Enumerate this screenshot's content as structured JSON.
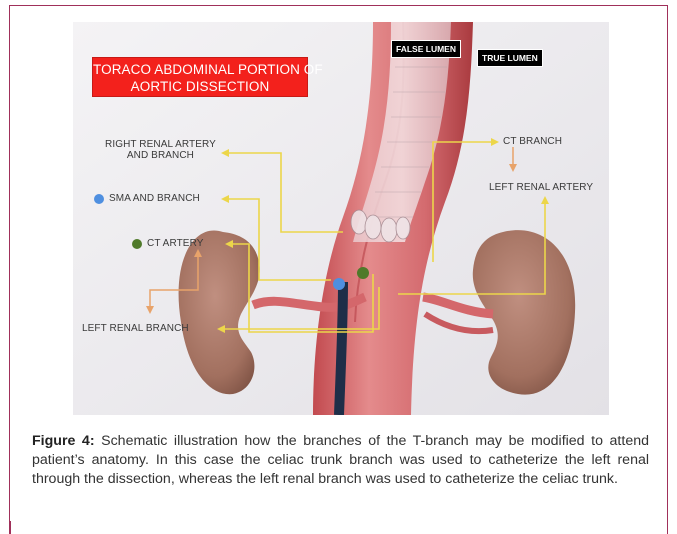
{
  "figure": {
    "title_line1": "TORACO ABDOMINAL PORTION OF",
    "title_line2": "AORTIC DISSECTION",
    "labels": {
      "false_lumen": "FALSE LUMEN",
      "true_lumen": "TRUE LUMEN",
      "right_renal_line1": "RIGHT RENAL ARTERY",
      "right_renal_line2": "AND BRANCH",
      "sma": "SMA AND BRANCH",
      "ct_artery": "CT ARTERY",
      "left_renal_branch": "LEFT RENAL BRANCH",
      "ct_branch": "CT BRANCH",
      "left_renal_artery": "LEFT RENAL ARTERY"
    },
    "colors": {
      "title_red": "#f3211c",
      "arrow_yellow": "#ecd64a",
      "arrow_orange": "#e8a36a",
      "sma_dot": "#4f8fe0",
      "ct_dot": "#4f7a2a",
      "border": "#a0305a"
    }
  },
  "caption": {
    "label": "Figure 4:",
    "text": " Schematic illustration how the branches of the T-branch may be modified to attend patient’s anatomy. In this case the celiac trunk branch was used to catheterize the left renal through the dissection, whereas the left renal branch was used to catheterize the celiac trunk."
  }
}
